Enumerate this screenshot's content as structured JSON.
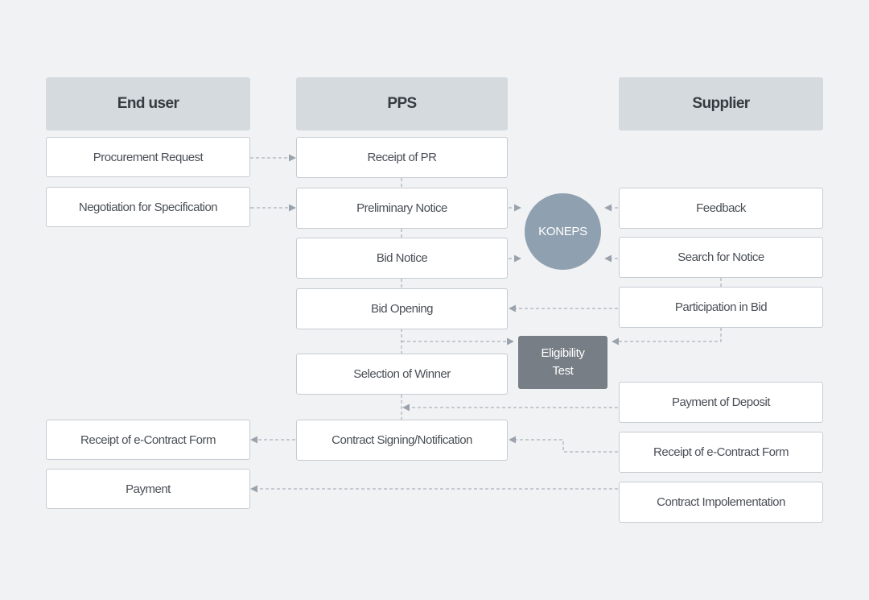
{
  "headers": {
    "end_user": "End user",
    "pps": "PPS",
    "supplier": "Supplier"
  },
  "end_user": {
    "procurement_request": "Procurement Request",
    "negotiation_for_specification": "Negotiation for Specification",
    "receipt_of_e_contract_form": "Receipt of e-Contract Form",
    "payment": "Payment"
  },
  "pps": {
    "receipt_of_pr": "Receipt of PR",
    "preliminary_notice": "Preliminary Notice",
    "bid_notice": "Bid Notice",
    "bid_opening": "Bid Opening",
    "selection_of_winner": "Selection of Winner",
    "contract_signing_notification": "Contract Signing/Notification"
  },
  "supplier": {
    "feedback": "Feedback",
    "search_for_notice": "Search for Notice",
    "participation_in_bid": "Participation in Bid",
    "payment_of_deposit": "Payment of Deposit",
    "receipt_of_e_contract_form": "Receipt of e-Contract Form",
    "contract_implementation": "Contract Impolementation"
  },
  "koneps": {
    "label": "KONEPS"
  },
  "eligibility_test": {
    "line1": "Eligibility",
    "line2": "Test"
  },
  "colors": {
    "background": "#f1f2f4",
    "header_fill": "#d5dade",
    "box_border": "#c6ccd2",
    "koneps_fill": "#8fa0b0",
    "eligibility_fill": "#787e85",
    "connector": "#9aa3ab"
  }
}
